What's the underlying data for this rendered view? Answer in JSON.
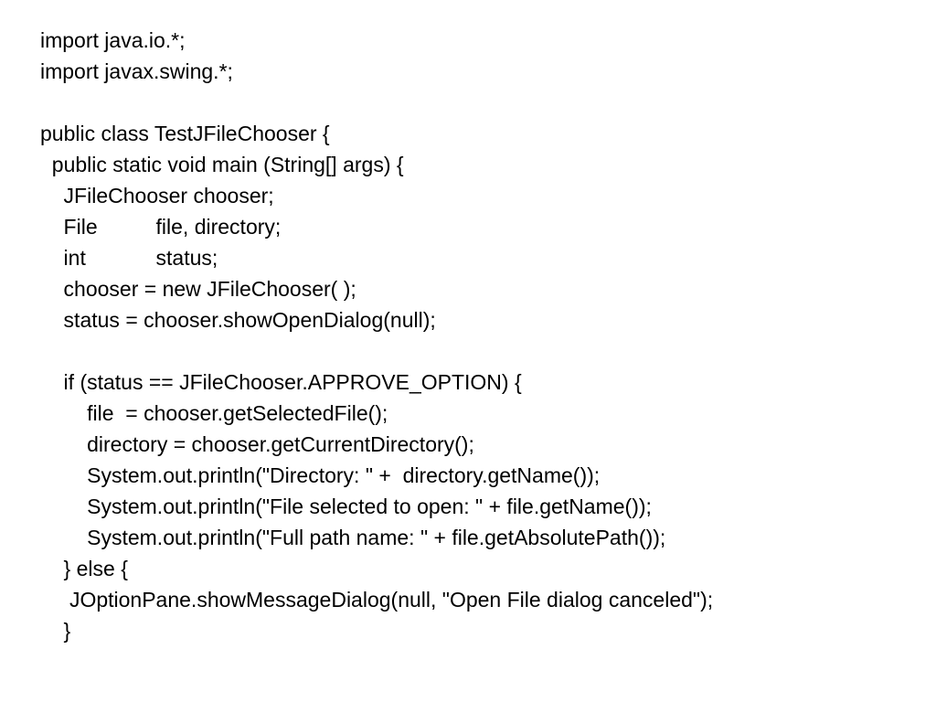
{
  "code_lines": [
    "import java.io.*;",
    "import javax.swing.*;",
    "",
    "public class TestJFileChooser {",
    "  public static void main (String[] args) {",
    "    JFileChooser chooser;",
    "    File          file, directory;",
    "    int            status;",
    "    chooser = new JFileChooser( );",
    "    status = chooser.showOpenDialog(null);",
    "",
    "    if (status == JFileChooser.APPROVE_OPTION) {",
    "        file  = chooser.getSelectedFile();",
    "        directory = chooser.getCurrentDirectory();",
    "        System.out.println(\"Directory: \" +  directory.getName());",
    "        System.out.println(\"File selected to open: \" + file.getName());",
    "        System.out.println(\"Full path name: \" + file.getAbsolutePath());",
    "    } else {",
    "     JOptionPane.showMessageDialog(null, \"Open File dialog canceled\");",
    "    }"
  ]
}
